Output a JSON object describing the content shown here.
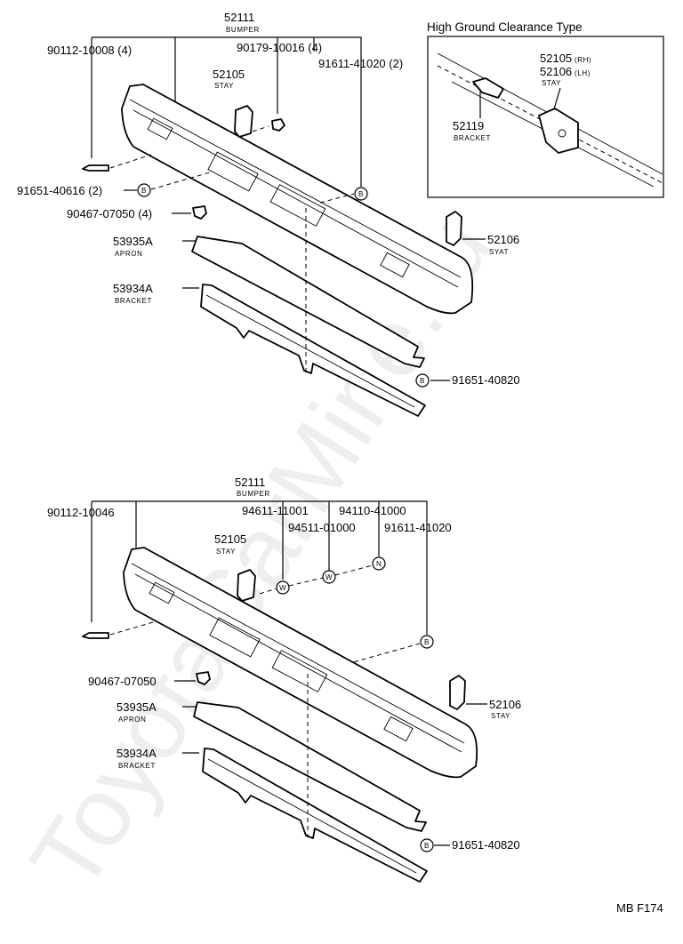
{
  "watermark": "ToyotaCarMine.ru",
  "figure_code": "MB F174",
  "upper": {
    "bumper": {
      "number": "52111",
      "name": "BUMPER"
    },
    "bolt_a": "90112-10008 (4)",
    "nut": "90179-10016 (4)",
    "bolt_b": "91611-41020 (2)",
    "stay_rh": {
      "number": "52105",
      "name": "STAY"
    },
    "bolt_c": "91651-40616 (2)",
    "clip": "90467-07050 (4)",
    "apron": {
      "number": "53935A",
      "name": "APRON"
    },
    "bracket": {
      "number": "53934A",
      "name": "BRACKET"
    },
    "stay_lh": {
      "number": "52106",
      "name": "SYAT"
    },
    "bolt_d": "91651-40820",
    "ref_mark": "B"
  },
  "inset": {
    "title": "High Ground Clearance Type",
    "stay_rh": "52105",
    "stay_rh_suffix": "(RH)",
    "stay_lh": "52106",
    "stay_lh_suffix": "(LH)",
    "stay_name": "STAY",
    "bracket": {
      "number": "52119",
      "name": "BRACKET"
    }
  },
  "lower": {
    "bumper": {
      "number": "52111",
      "name": "BUMPER"
    },
    "bolt_a": "90112-10046",
    "bolt_e": "94611-11001",
    "nut_w": "94110-41000",
    "washer": "94511-01000",
    "bolt_b": "91611-41020",
    "stay_rh": {
      "number": "52105",
      "name": "STAY"
    },
    "clip": "90467-07050",
    "apron": {
      "number": "53935A",
      "name": "APRON"
    },
    "bracket": {
      "number": "53934A",
      "name": "BRACKET"
    },
    "stay_lh": {
      "number": "52106",
      "name": "STAY"
    },
    "bolt_d": "91651-40820",
    "mark_w": "W",
    "mark_n": "N",
    "ref_mark": "B"
  }
}
